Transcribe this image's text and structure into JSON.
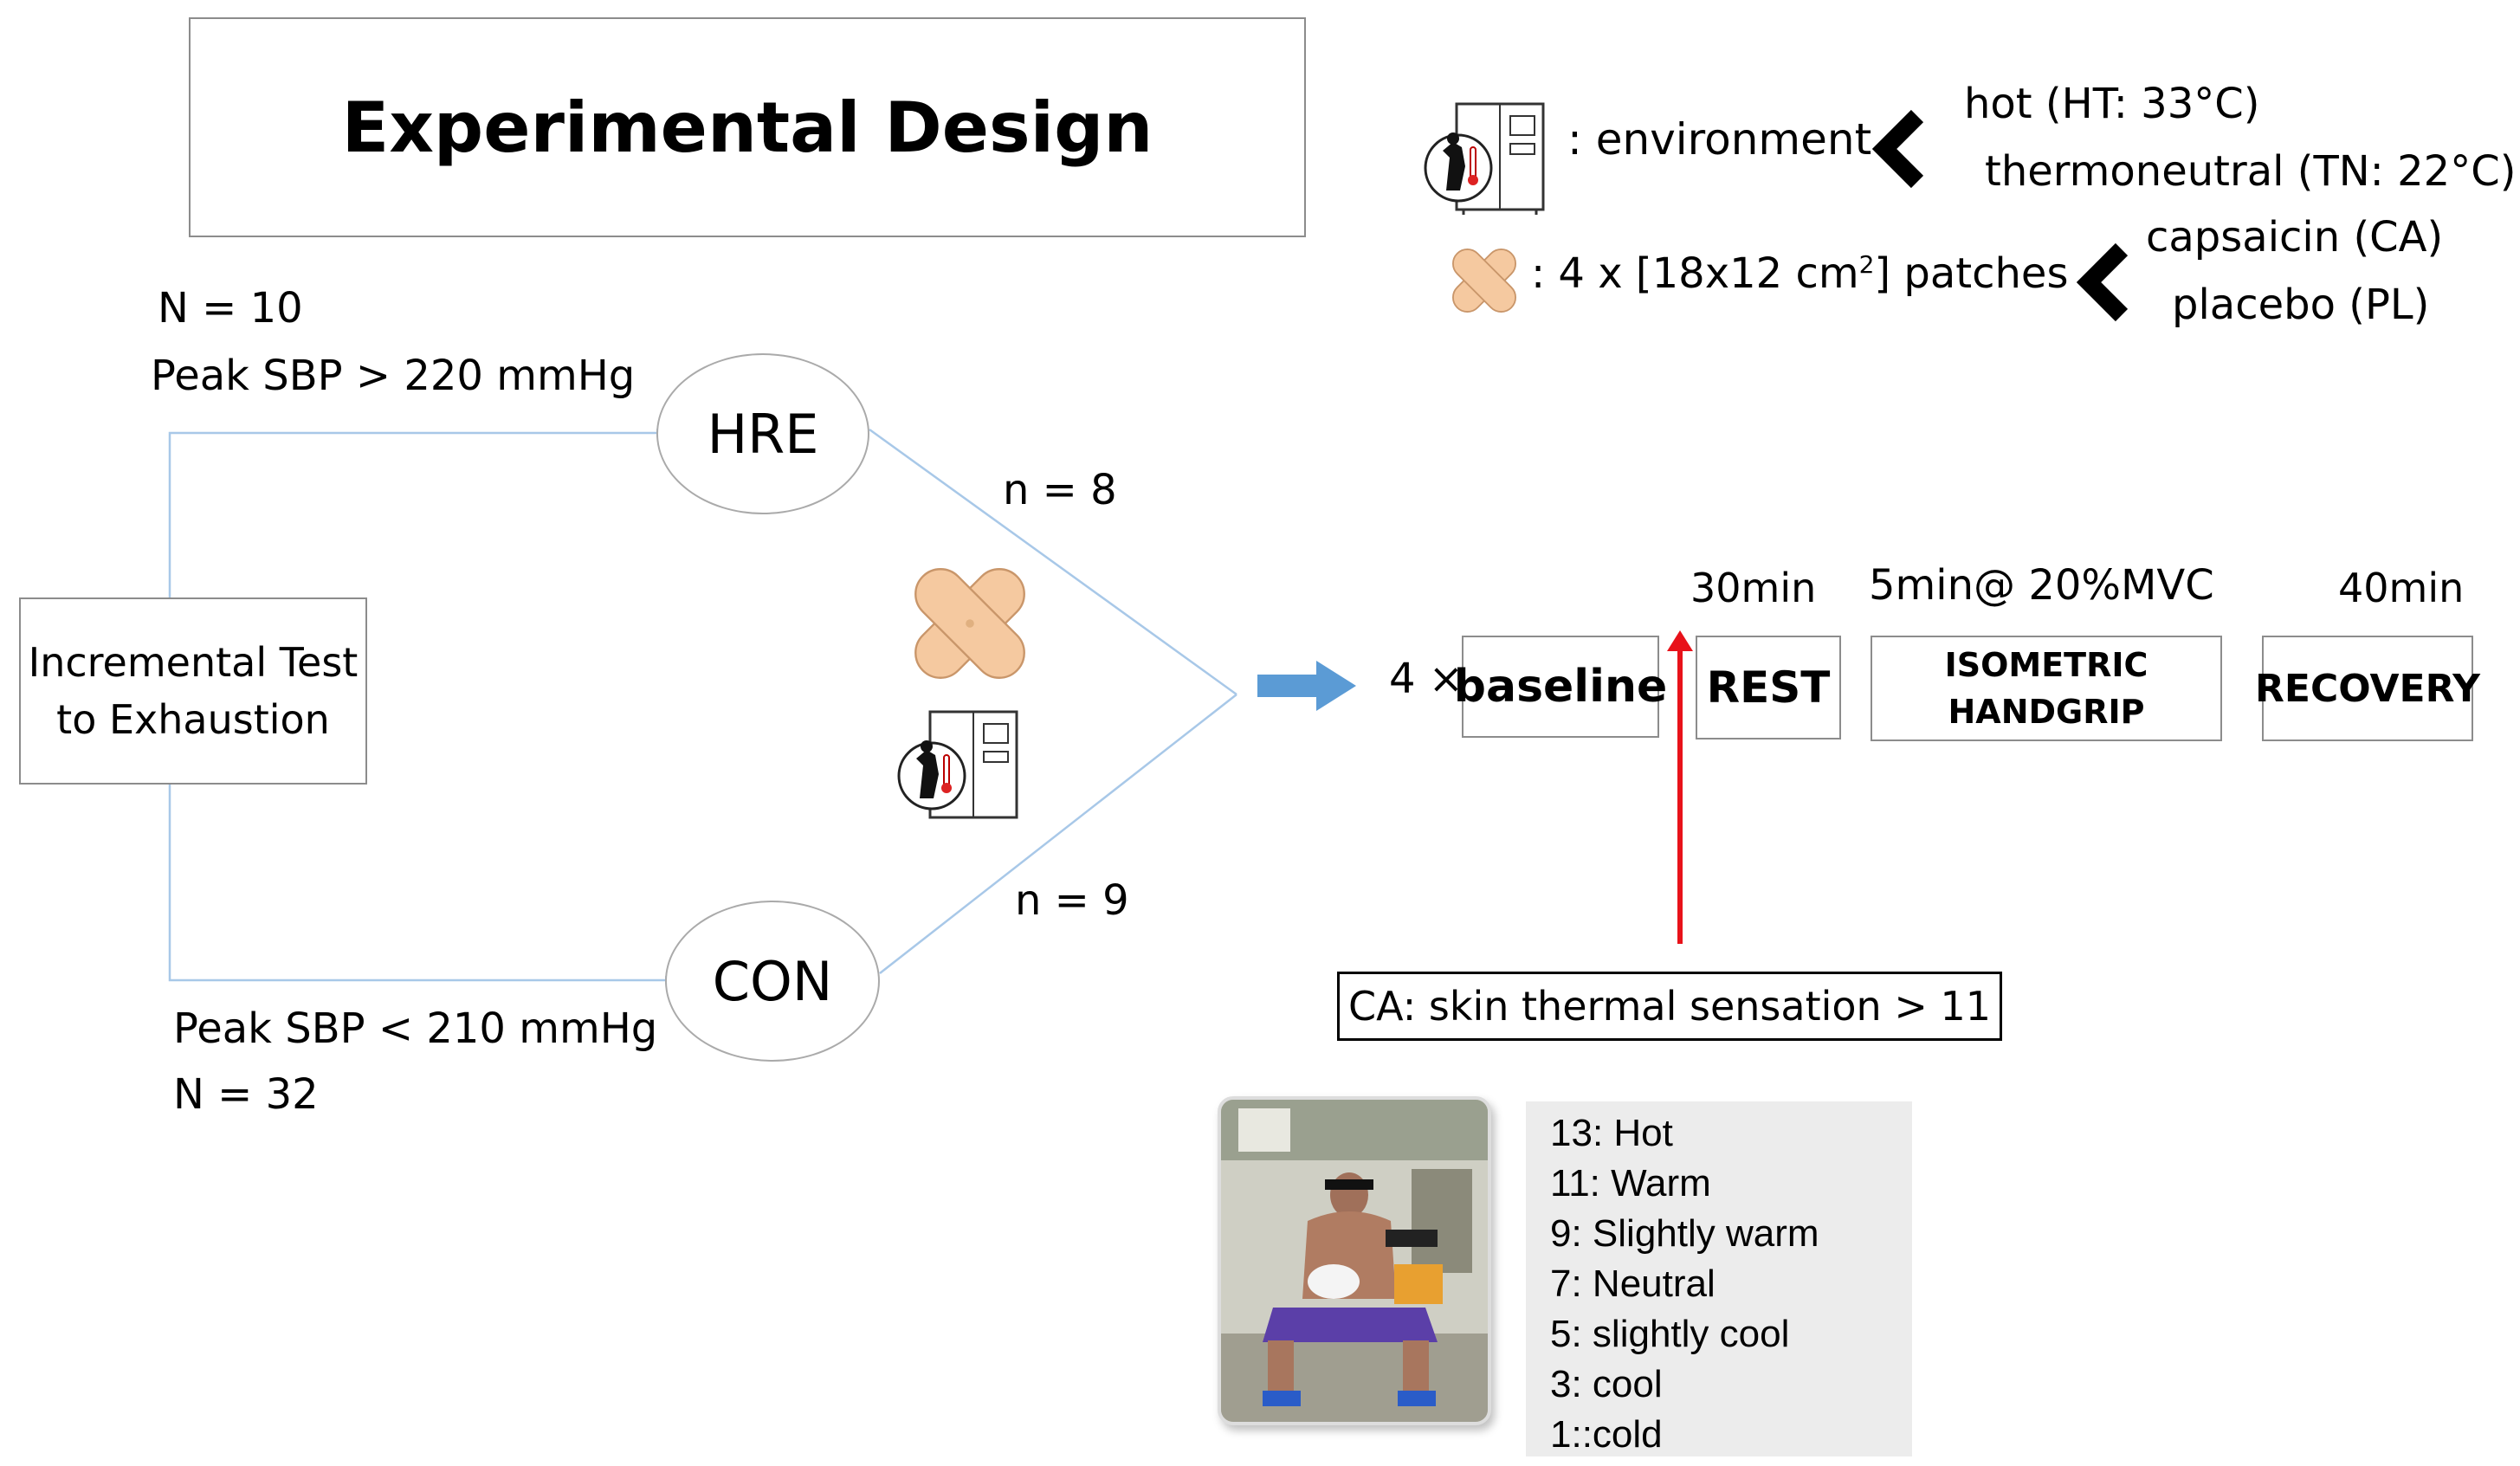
{
  "title": "Experimental Design",
  "legend": {
    "environment_label": ": environment",
    "environment_options": [
      "hot (HT: 33°C)",
      "thermoneutral (TN: 22°C)"
    ],
    "patch_prefix": ": 4 x [18x12 cm",
    "patch_sup": "2",
    "patch_suffix": "] patches",
    "patch_options": [
      "capsaicin (CA)",
      "placebo (PL)"
    ]
  },
  "groups": {
    "top_n": "N = 10",
    "top_criterion": "Peak SBP > 220 mmHg",
    "hre_label": "HRE",
    "hre_subset": "n = 8",
    "bottom_criterion": "Peak SBP < 210 mmHg",
    "bottom_n": "N = 32",
    "con_label": "CON",
    "con_subset": "n = 9"
  },
  "test_box": {
    "line1": "Incremental Test",
    "line2": "to Exhaustion"
  },
  "protocol": {
    "repeat": "4 ×",
    "baseline": "baseline",
    "rest_time": "30min",
    "rest": "REST",
    "ihg_time": "5min@ 20%MVC",
    "ihg_line1": "ISOMETRIC",
    "ihg_line2": "HANDGRIP",
    "recovery_time": "40min",
    "recovery": "RECOVERY",
    "criterion": "CA: skin thermal sensation > 11"
  },
  "thermal_scale": [
    "13: Hot",
    "11: Warm",
    "9: Slightly warm",
    "7: Neutral",
    "5: slightly cool",
    "3: cool",
    "1::cold"
  ],
  "colors": {
    "flow_line": "#a8c8e8",
    "big_arrow": "#5b9bd5",
    "red_arrow": "#e8121a",
    "patch": "#f5c9a0",
    "scale_bg": "#ececec"
  }
}
